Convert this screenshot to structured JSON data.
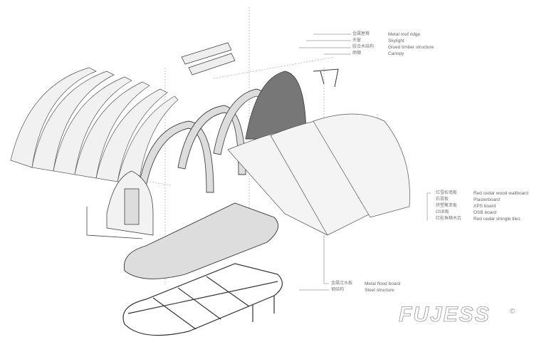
{
  "labels_top": [
    {
      "zh": "金属屋脊",
      "en": "Metal roof ridge"
    },
    {
      "zh": "天窗",
      "en": "Skylight"
    },
    {
      "zh": "胶合木结构",
      "en": "Glued timber structure"
    },
    {
      "zh": "雨棚",
      "en": "Canopy"
    }
  ],
  "labels_right": [
    {
      "zh": "红雪松墙板",
      "en": "Red cedar wood wallboard"
    },
    {
      "zh": "石膏板",
      "en": "Plasterboard"
    },
    {
      "zh": "挤塑聚苯板",
      "en": "XPS board"
    },
    {
      "zh": "OSB板",
      "en": "OSB board"
    },
    {
      "zh": "红松鱼鳞木瓦",
      "en": "Red cedar shingle tiles"
    }
  ],
  "labels_bottom": [
    {
      "zh": "金属泛水板",
      "en": "Metal flood board"
    },
    {
      "zh": "钢结构",
      "en": "Steel structure"
    }
  ],
  "logo": {
    "text": "FUJESS",
    "mark": "©"
  }
}
